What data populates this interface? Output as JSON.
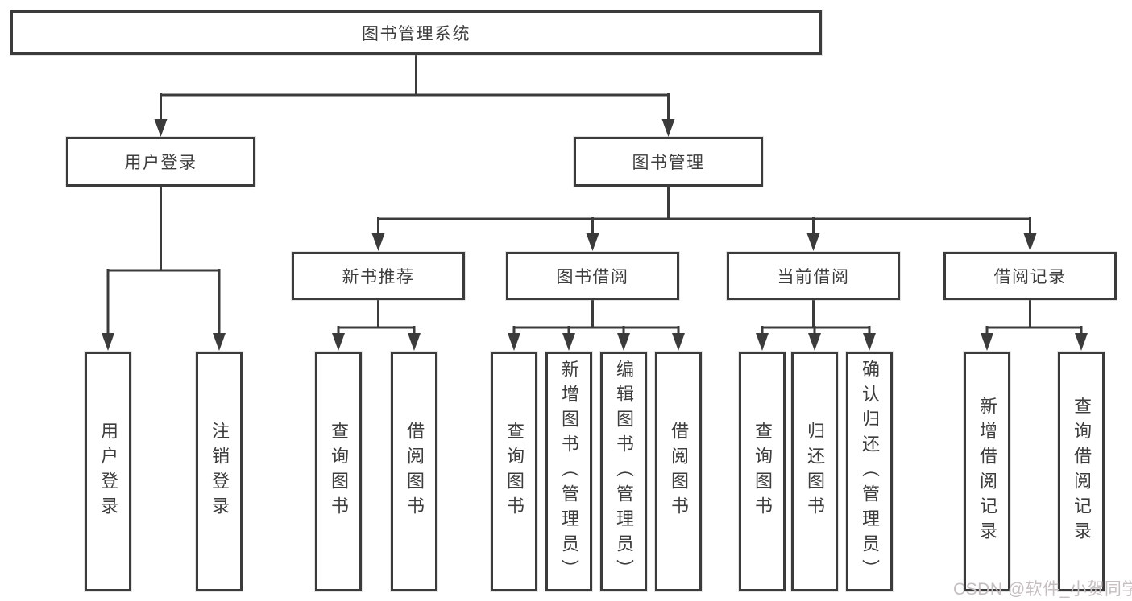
{
  "tree": {
    "root": "图书管理系统",
    "children": [
      {
        "label": "用户登录",
        "children": [
          "用户登录",
          "注销登录"
        ]
      },
      {
        "label": "图书管理",
        "children": [
          {
            "label": "新书推荐",
            "children": [
              "查询图书",
              "借阅图书"
            ]
          },
          {
            "label": "图书借阅",
            "children": [
              "查询图书",
              "新增图书（管理员）",
              "编辑图书（管理员）",
              "借阅图书"
            ]
          },
          {
            "label": "当前借阅",
            "children": [
              "查询图书",
              "归还图书",
              "确认归还（管理员）"
            ]
          },
          {
            "label": "借阅记录",
            "children": [
              "新增借阅记录",
              "查询借阅记录"
            ]
          }
        ]
      }
    ]
  },
  "watermark": {
    "text": "CSDN @软件_小贺同学"
  },
  "colors": {
    "line": "#3b3b3b",
    "text": "#3d3d3d",
    "watermark": "#c6bec0",
    "background": "#ffffff"
  }
}
